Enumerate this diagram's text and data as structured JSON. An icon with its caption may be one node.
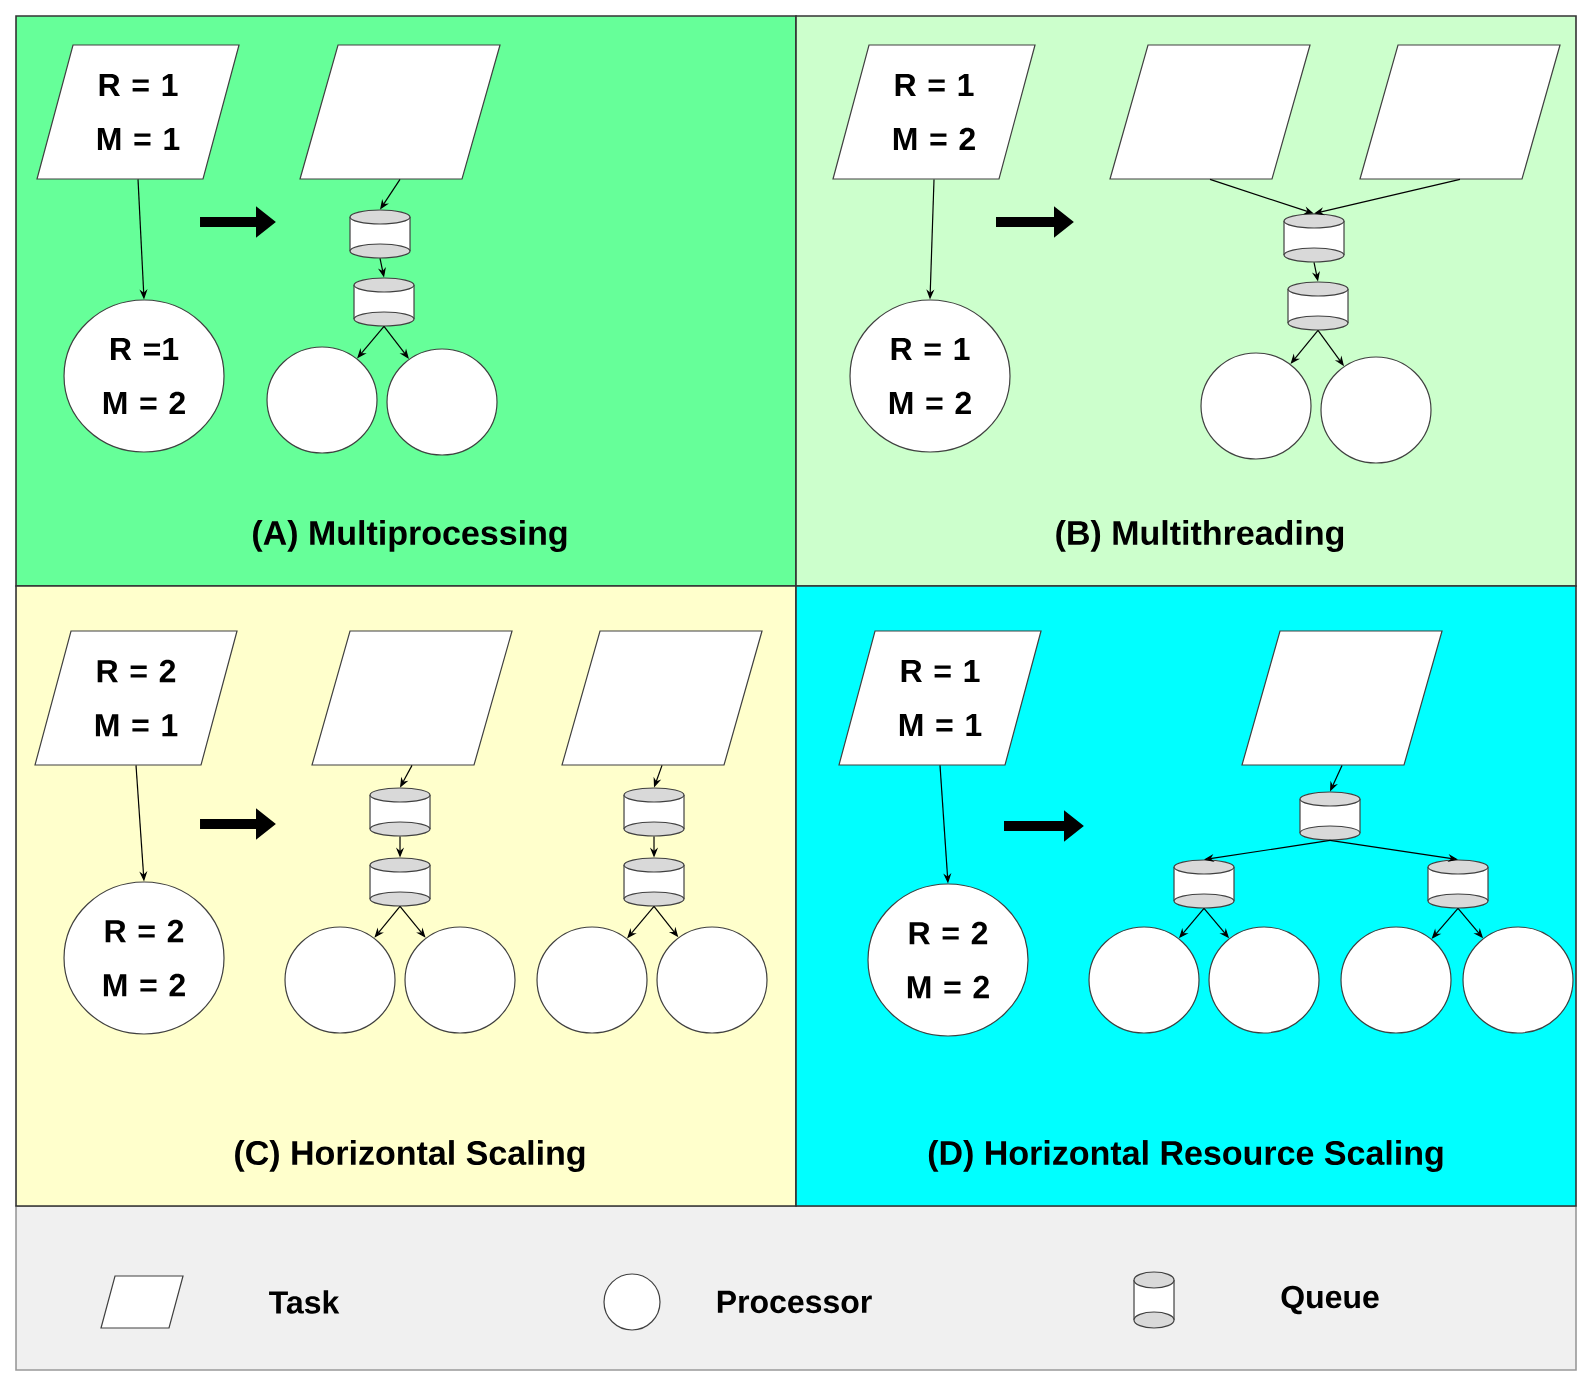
{
  "diagram": {
    "nodes": [
      {
        "text": [
          "(A) Multiprocessing"
        ]
      },
      {
        "text": [
          "R = 1 M = 1"
        ],
        "in": 0
      },
      {
        "text": [
          "R =1 M = 2"
        ],
        "in": 0
      },
      {
        "text": [],
        "shape": "parallelogram",
        "in": 0
      },
      {
        "text": [],
        "shape": "cylinder",
        "in": 0
      },
      {
        "text": [],
        "shape": "cylinder",
        "in": 0
      },
      {
        "text": [],
        "shape": "circle",
        "in": 0
      },
      {
        "text": [],
        "shape": "circle",
        "in": 0
      },
      {
        "text": [
          "(B) Multithreading"
        ]
      },
      {
        "text": [
          "R = 1 M = 2"
        ],
        "in": 8
      },
      {
        "text": [
          "R = 1 M = 2"
        ],
        "in": 8
      },
      {
        "text": [],
        "shape": "parallelogram",
        "in": 8
      },
      {
        "text": [],
        "shape": "parallelogram",
        "in": 8
      },
      {
        "text": [],
        "shape": "cylinder",
        "in": 8
      },
      {
        "text": [],
        "shape": "cylinder",
        "in": 8
      },
      {
        "text": [],
        "shape": "circle",
        "in": 8
      },
      {
        "text": [],
        "shape": "circle",
        "in": 8
      },
      {
        "text": [
          "(C) Horizontal Scaling"
        ]
      },
      {
        "text": [
          "R = 2 M = 1"
        ],
        "in": 17
      },
      {
        "text": [
          "R = 2 M = 2"
        ],
        "in": 17
      },
      {
        "text": [],
        "shape": "parallelogram",
        "in": 17
      },
      {
        "text": [],
        "shape": "parallelogram",
        "in": 17
      },
      {
        "text": [],
        "shape": "cylinder",
        "in": 17
      },
      {
        "text": [],
        "shape": "cylinder",
        "in": 17
      },
      {
        "text": [],
        "shape": "cylinder",
        "in": 17
      },
      {
        "text": [],
        "shape": "cylinder",
        "in": 17
      },
      {
        "text": [],
        "shape": "circle",
        "in": 17
      },
      {
        "text": [],
        "shape": "circle",
        "in": 17
      },
      {
        "text": [],
        "shape": "circle",
        "in": 17
      },
      {
        "text": [],
        "shape": "circle",
        "in": 17
      },
      {
        "text": [
          "(D) Horizontal Resource Scaling"
        ]
      },
      {
        "text": [
          "R = 1 M = 1"
        ],
        "in": 30
      },
      {
        "text": [
          "R = 2 M = 2"
        ],
        "in": 30
      },
      {
        "text": [],
        "shape": "parallelogram",
        "in": 30
      },
      {
        "text": [],
        "shape": "cylinder",
        "in": 30
      },
      {
        "text": [],
        "shape": "cylinder",
        "in": 30
      },
      {
        "text": [],
        "shape": "cylinder",
        "in": 30
      },
      {
        "text": [],
        "shape": "circle",
        "in": 30
      },
      {
        "text": [],
        "shape": "circle",
        "in": 30
      },
      {
        "text": [],
        "shape": "circle",
        "in": 30
      },
      {
        "text": [],
        "shape": "circle",
        "in": 30
      }
    ],
    "edges": [
      {
        "from": 1,
        "to": 2,
        "arrow": "to"
      },
      {
        "from": 3,
        "to": 4,
        "arrow": "to"
      },
      {
        "from": 4,
        "to": 5,
        "arrow": "to"
      },
      {
        "from": 5,
        "to": 6,
        "arrow": "to"
      },
      {
        "from": 5,
        "to": 7,
        "arrow": "to"
      },
      {
        "from": 9,
        "to": 10,
        "arrow": "to"
      },
      {
        "from": 11,
        "to": 13,
        "arrow": "to"
      },
      {
        "from": 12,
        "to": 13,
        "arrow": "to"
      },
      {
        "from": 13,
        "to": 14,
        "arrow": "to"
      },
      {
        "from": 14,
        "to": 15,
        "arrow": "to"
      },
      {
        "from": 14,
        "to": 16,
        "arrow": "to"
      },
      {
        "from": 18,
        "to": 19,
        "arrow": "to"
      },
      {
        "from": 20,
        "to": 22,
        "arrow": "to"
      },
      {
        "from": 22,
        "to": 24,
        "arrow": "to"
      },
      {
        "from": 24,
        "to": 26,
        "arrow": "to"
      },
      {
        "from": 24,
        "to": 27,
        "arrow": "to"
      },
      {
        "from": 21,
        "to": 23,
        "arrow": "to"
      },
      {
        "from": 23,
        "to": 25,
        "arrow": "to"
      },
      {
        "from": 25,
        "to": 28,
        "arrow": "to"
      },
      {
        "from": 25,
        "to": 29,
        "arrow": "to"
      },
      {
        "from": 31,
        "to": 32,
        "arrow": "to"
      },
      {
        "from": 33,
        "to": 34,
        "arrow": "to"
      },
      {
        "from": 34,
        "to": 35,
        "arrow": "to"
      },
      {
        "from": 34,
        "to": 36,
        "arrow": "to"
      },
      {
        "from": 35,
        "to": 37,
        "arrow": "to"
      },
      {
        "from": 35,
        "to": 38,
        "arrow": "to"
      },
      {
        "from": 36,
        "to": 39,
        "arrow": "to"
      },
      {
        "from": 36,
        "to": 40,
        "arrow": "to"
      }
    ],
    "legend": [
      {
        "text": "Task"
      },
      {
        "text": "Processor"
      },
      {
        "text": "Queue"
      }
    ]
  }
}
